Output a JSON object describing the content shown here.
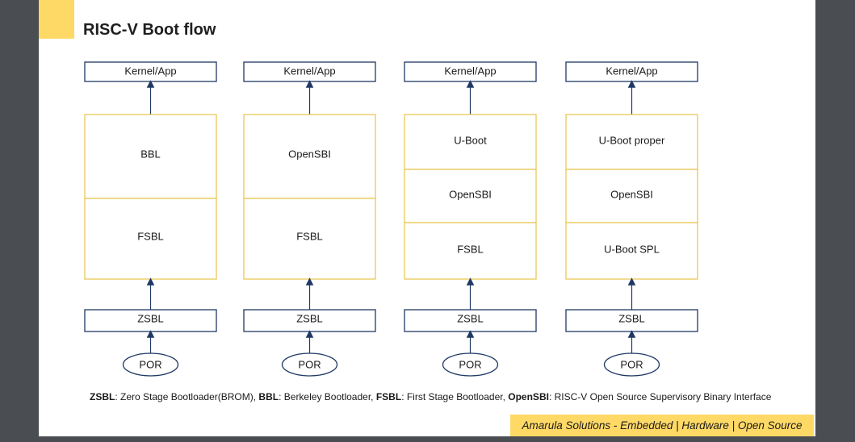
{
  "title": "RISC-V Boot flow",
  "columns": [
    {
      "top": "Kernel/App",
      "layers": [
        "BBL",
        "FSBL"
      ],
      "zsbl": "ZSBL",
      "por": "POR"
    },
    {
      "top": "Kernel/App",
      "layers": [
        "OpenSBI",
        "FSBL"
      ],
      "zsbl": "ZSBL",
      "por": "POR"
    },
    {
      "top": "Kernel/App",
      "layers": [
        "U-Boot",
        "OpenSBI",
        "FSBL"
      ],
      "zsbl": "ZSBL",
      "por": "POR"
    },
    {
      "top": "Kernel/App",
      "layers": [
        "U-Boot proper",
        "OpenSBI",
        "U-Boot SPL"
      ],
      "zsbl": "ZSBL",
      "por": "POR"
    }
  ],
  "legend": [
    {
      "term": "ZSBL",
      "desc": ": Zero Stage Bootloader(BROM), "
    },
    {
      "term": "BBL",
      "desc": ": Berkeley Bootloader, "
    },
    {
      "term": "FSBL",
      "desc": ": First Stage Bootloader, "
    },
    {
      "term": "OpenSBI",
      "desc": ": RISC-V Open Source Supervisory Binary Interface"
    }
  ],
  "footer": "Amarula Solutions - Embedded | Hardware | Open Source",
  "colors": {
    "accent": "#ffd966",
    "layer_border": "#e9c34a",
    "navy": "#1f3864",
    "background": "#4a4d51"
  }
}
